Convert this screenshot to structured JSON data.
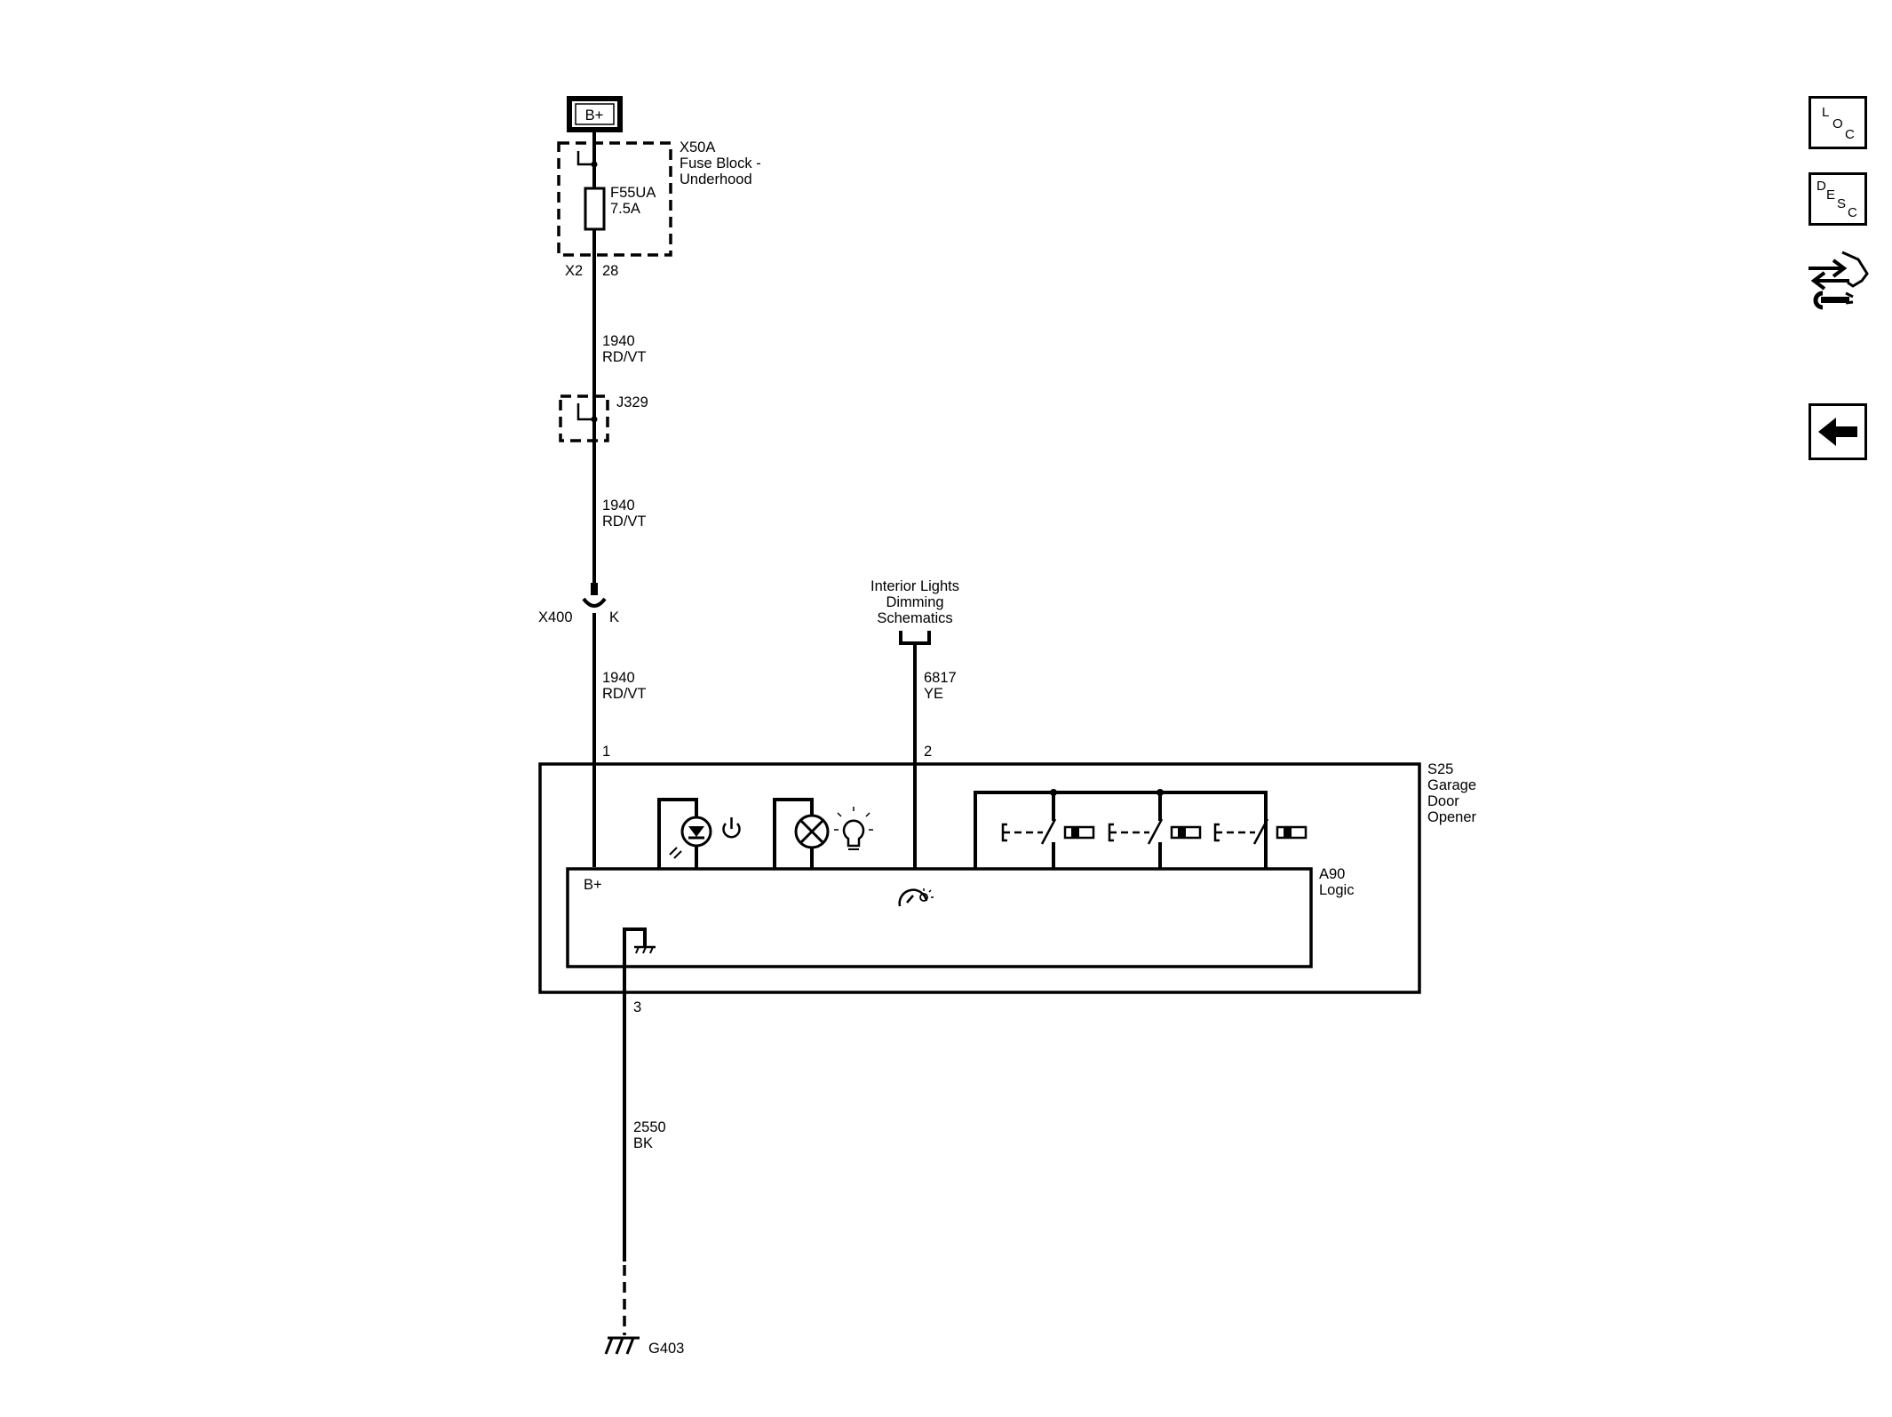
{
  "nav": {
    "loc_letters": [
      "L",
      "O",
      "C"
    ],
    "desc_letters": [
      "D",
      "E",
      "S",
      "C"
    ]
  },
  "diagram": {
    "power_source": "B+",
    "fuse_block": {
      "id": "X50A",
      "name_line1": "Fuse Block -",
      "name_line2": "Underhood"
    },
    "fuse": {
      "id": "F55UA",
      "rating": "7.5A"
    },
    "fuse_connector": {
      "connector": "X2",
      "pin": "28"
    },
    "wire_a": {
      "circuit": "1940",
      "color": "RD/VT"
    },
    "splice": "J329",
    "wire_b": {
      "circuit": "1940",
      "color": "RD/VT"
    },
    "inline_connector": {
      "id": "X400",
      "pin": "K"
    },
    "wire_c": {
      "circuit": "1940",
      "color": "RD/VT"
    },
    "ref_schematic": {
      "line1": "Interior Lights",
      "line2": "Dimming",
      "line3": "Schematics"
    },
    "wire_dimming": {
      "circuit": "6817",
      "color": "YE"
    },
    "pins": {
      "p1": "1",
      "p2": "2",
      "p3": "3"
    },
    "module": {
      "id": "S25",
      "line1": "Garage",
      "line2": "Door",
      "line3": "Opener"
    },
    "logic": {
      "id": "A90",
      "name": "Logic",
      "supply": "B+"
    },
    "wire_ground": {
      "circuit": "2550",
      "color": "BK"
    },
    "ground": "G403"
  }
}
